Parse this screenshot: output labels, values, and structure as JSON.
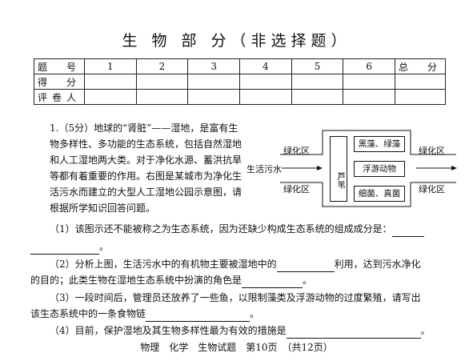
{
  "title": "生 物 部 分（非选择题）",
  "score_table": {
    "row1_label": "题　号",
    "numbers": [
      "1",
      "2",
      "3",
      "4",
      "5",
      "6"
    ],
    "total_label": "总　分",
    "row2_label": "得　分",
    "row3_label": "评卷人"
  },
  "q1": {
    "intro": "1.（5分）地球的“肾脏”——湿地，是富有生物多样性、多功能的生态系统，包括自然湿地和人工湿地两大类。对于净化水源、蓄洪抗旱等都有着重要的作用。右图是某城市为净化生活污水而建立的大型人工湿地公园示意图，请根据所学知识回答问题。",
    "sub1": "（1）该图示还不能被称之为生态系统，因为还缺少构成生态系统的组成成分是：",
    "sub1_end": "。",
    "sub2a": "（2）分析上图，生活污水中的有机物主要被湿地中的",
    "sub2b": "利用，达到污水净化",
    "sub2c": "的目的；此类生物在湿地生态系统中扮演的角色是",
    "sub2d": "。",
    "sub3a": "（3）一段时间后，管理员还放养了一些鱼，以限制藻类及浮游动物的过度繁殖，请写出",
    "sub3b": "该生态系统中的一条食物链",
    "sub3c": "。",
    "sub4a": "（4）目前，保护湿地及其生物多样性最为有效的措施是",
    "sub4b": "。"
  },
  "diagram": {
    "green_tl": "绿化区",
    "green_bl": "绿化区",
    "green_tr": "绿化区",
    "green_br": "绿化区",
    "sewage": "生活污水",
    "reed": "芦苇",
    "box1": "黑藻、绿藻",
    "box2": "浮游动物",
    "box3": "细菌、真菌"
  },
  "footer": "物理　化学　生物试题　第10页　（共12页）"
}
